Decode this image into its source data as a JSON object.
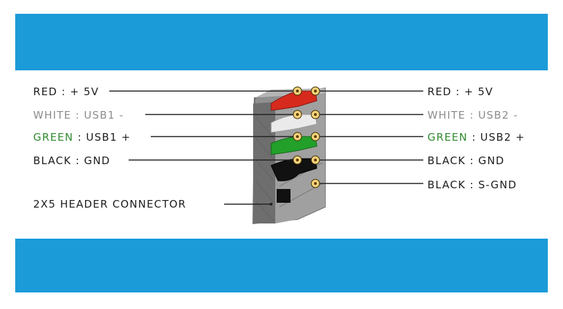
{
  "left_labels": [
    {
      "color_word": "RED",
      "signal": ": + 5V"
    },
    {
      "color_word": "WHITE",
      "signal": ": USB1 -"
    },
    {
      "color_word": "GREEN",
      "signal": ": USB1 +"
    },
    {
      "color_word": "BLACK",
      "signal": ": GND"
    },
    {
      "color_word": "",
      "signal": "2X5 HEADER CONNECTOR"
    }
  ],
  "right_labels": [
    {
      "color_word": "RED",
      "signal": ": + 5V"
    },
    {
      "color_word": "WHITE",
      "signal": ": USB2 -"
    },
    {
      "color_word": "GREEN",
      "signal": ": USB2 +"
    },
    {
      "color_word": "BLACK",
      "signal": ": GND"
    },
    {
      "color_word": "BLACK",
      "signal": ": S-GND"
    }
  ],
  "colors": {
    "banner": "#1b9bd8",
    "wire_red": "#d62a1c",
    "wire_white": "#e8e8e8",
    "wire_green": "#22a02a",
    "wire_black": "#111111",
    "housing": "#8a8a8a",
    "leader_line": "#222222"
  },
  "icons": [
    "usb-header-connector-icon"
  ]
}
